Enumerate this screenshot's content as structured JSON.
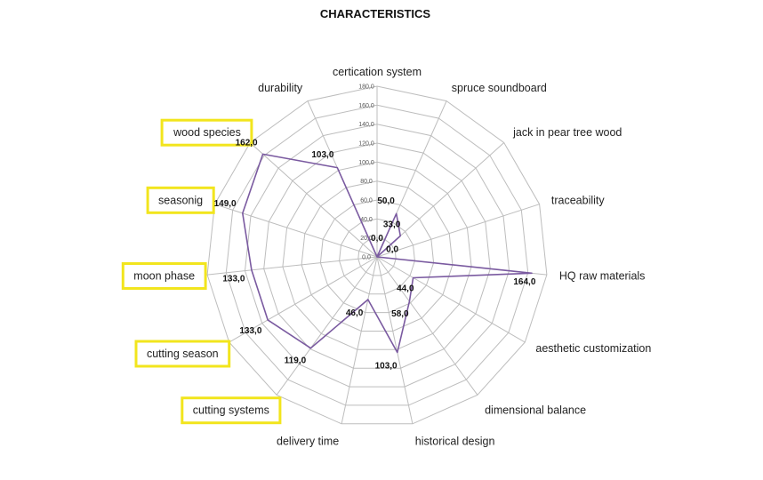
{
  "chart_data": {
    "type": "radar",
    "title": "CHARACTERISTICS",
    "categories": [
      "certication system",
      "spruce soundboard",
      "jack in pear tree wood",
      "traceability",
      "HQ raw materials",
      "aesthetic customization",
      "dimensional balance",
      "historical design",
      "delivery time",
      "cutting systems",
      "cutting season",
      "moon phase",
      "seasonig",
      "wood species",
      "durability"
    ],
    "series": [
      {
        "values": [
          0,
          50,
          33,
          0,
          164,
          44,
          58,
          103,
          46,
          119,
          133,
          133,
          149,
          162,
          103
        ],
        "data_labels": [
          "0,0",
          "50,0",
          "33,0",
          "0,0",
          "164,0",
          "44,0",
          "58,0",
          "103,0",
          "46,0",
          "119,0",
          "133,0",
          "133,0",
          "149,0",
          "162,0",
          "103,0"
        ]
      }
    ],
    "rlim": [
      0,
      180
    ],
    "ticks": [
      0,
      20,
      40,
      60,
      80,
      100,
      120,
      140,
      160,
      180
    ],
    "tick_labels": [
      "0,0",
      "20,0",
      "40,0",
      "60,0",
      "80,0",
      "100,0",
      "120,0",
      "140,0",
      "160,0",
      "180,0"
    ],
    "highlighted_categories": [
      "wood species",
      "seasonig",
      "moon phase",
      "cutting season",
      "cutting systems"
    ],
    "colors": {
      "series": "#7a5aa0",
      "grid": "#bdbdbd",
      "highlight": "#f2e51d"
    },
    "grid": true,
    "legend": false
  }
}
